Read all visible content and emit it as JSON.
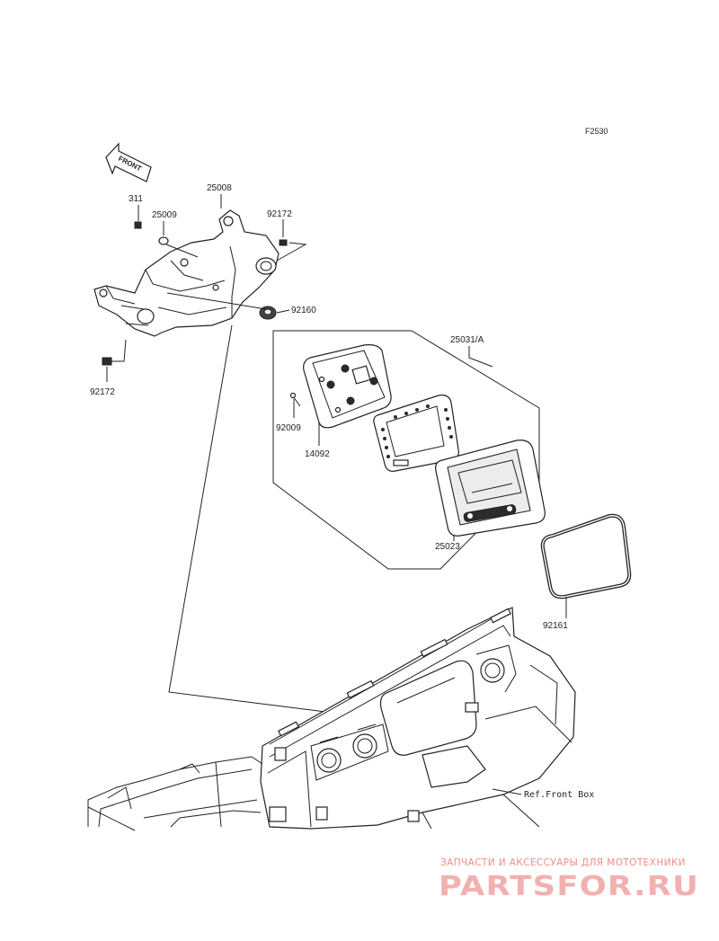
{
  "figure_code": "F2530",
  "front_label": "FRONT",
  "callouts": [
    {
      "id": "311",
      "text": "311"
    },
    {
      "id": "25009",
      "text": "25009"
    },
    {
      "id": "25008",
      "text": "25008"
    },
    {
      "id": "92172a",
      "text": "92172"
    },
    {
      "id": "92172b",
      "text": "92172"
    },
    {
      "id": "92160",
      "text": "92160"
    },
    {
      "id": "25031",
      "text": "25031/A"
    },
    {
      "id": "92009",
      "text": "92009"
    },
    {
      "id": "14092",
      "text": "14092"
    },
    {
      "id": "25023",
      "text": "25023"
    },
    {
      "id": "92161",
      "text": "92161"
    }
  ],
  "reference_note": "Ref.Front Box",
  "watermark": {
    "tagline": "ЗАПЧАСТИ И АКСЕССУАРЫ ДЛЯ МОТОТЕХНИКИ",
    "logo": "PARTSFOR.RU",
    "color": "#f08c8c"
  }
}
